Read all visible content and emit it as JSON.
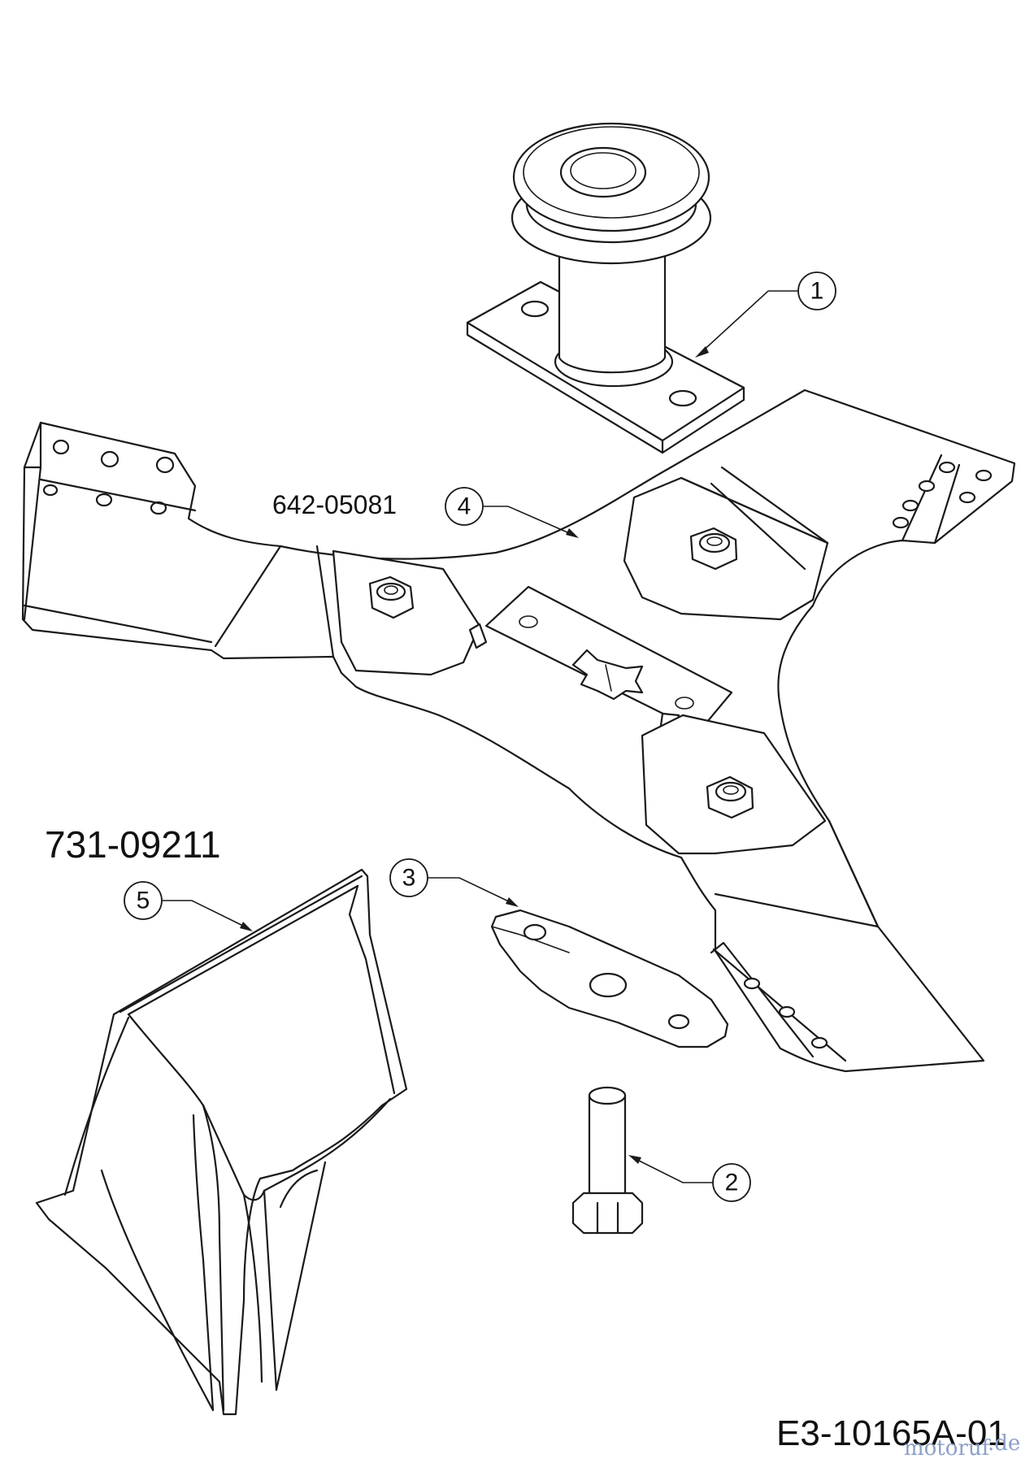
{
  "part_numbers": {
    "blade": "642-05081",
    "deflector": "731-09211"
  },
  "callouts": [
    "1",
    "2",
    "3",
    "4",
    "5"
  ],
  "drawing_number": "E3-10165A-01",
  "watermark": {
    "text": "motoruf",
    "suffix": ".de"
  },
  "colors": {
    "line": "#1a1a1a",
    "background": "#ffffff",
    "watermark": "#8aa0c8"
  }
}
